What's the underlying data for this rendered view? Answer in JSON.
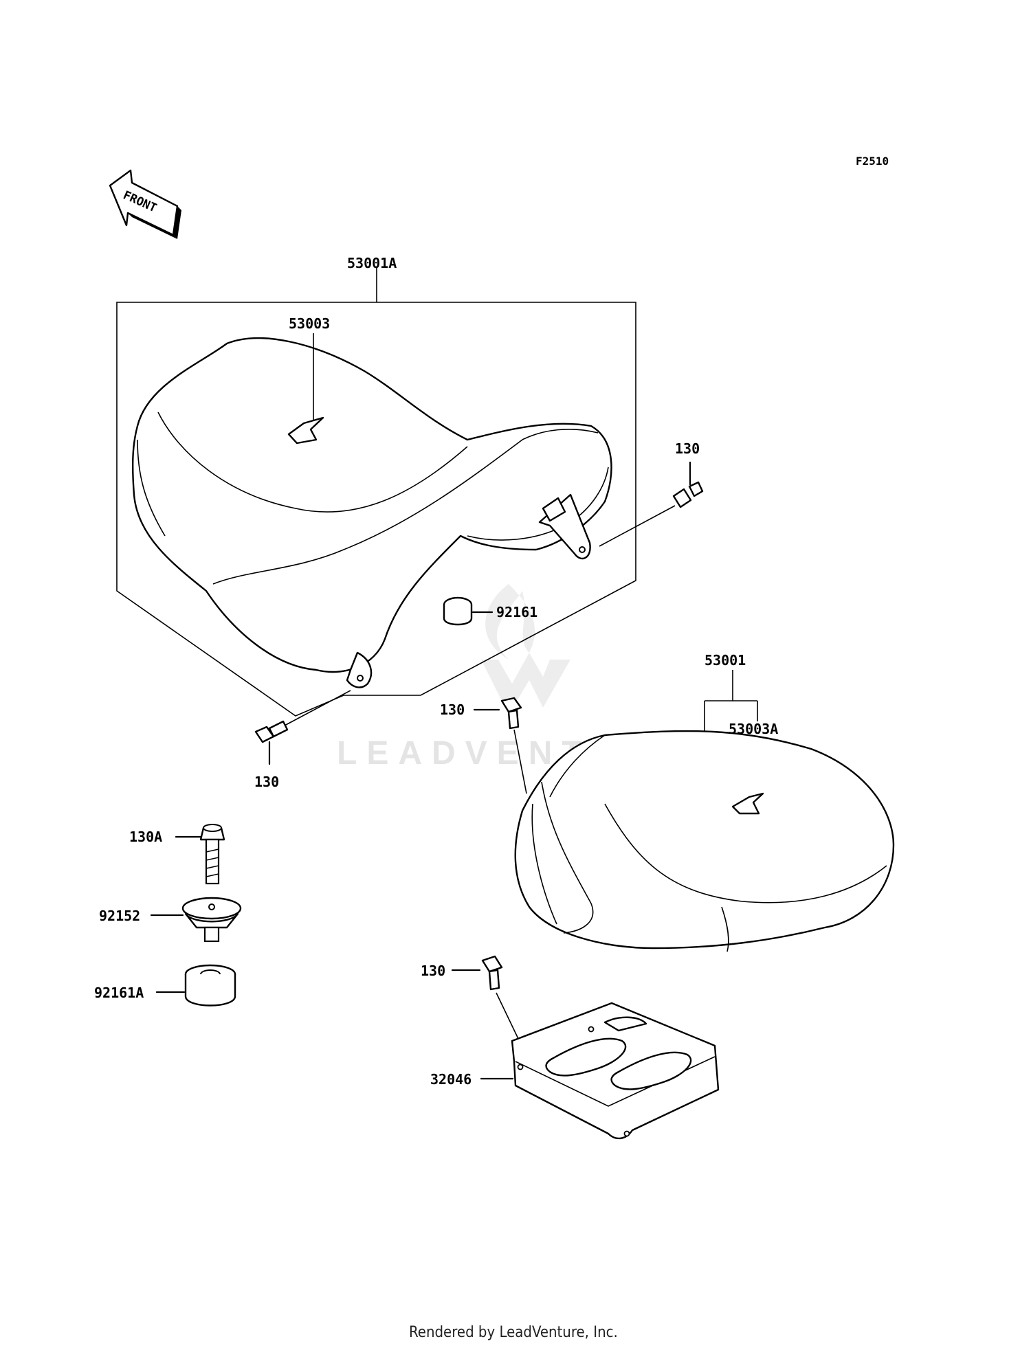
{
  "figure_code": "F2510",
  "front_arrow_label": "FRONT",
  "callouts": {
    "seat_assy_a": "53001A",
    "seat_pad_label": "53003",
    "bolt_right": "130",
    "damper_top": "92161",
    "rear_seat_assy": "53001",
    "rear_pad_label": "53003A",
    "bolt_mid": "130",
    "bolt_bottom_left": "130",
    "bolt_a": "130A",
    "collar": "92152",
    "damper_a": "92161A",
    "bolt_plate": "130",
    "plate": "32046"
  },
  "watermark": "LEADVENTURE",
  "footer": "Rendered by LeadVenture, Inc."
}
